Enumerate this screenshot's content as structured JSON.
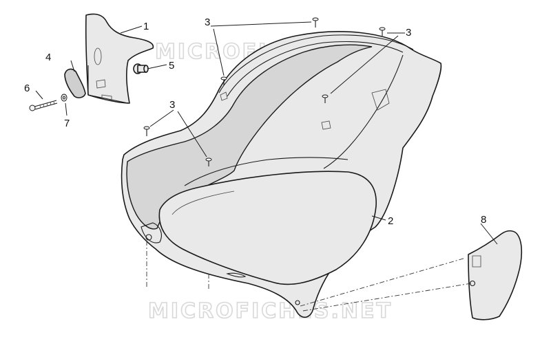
{
  "watermark": {
    "top_text": "MICROFICHES.NET",
    "bottom_text": "MICROFICHES.NET"
  },
  "callouts": {
    "c1": "1",
    "c2": "2",
    "c3a": "3",
    "c3b": "3",
    "c3c": "3",
    "c4": "4",
    "c5": "5",
    "c6": "6",
    "c7": "7",
    "c8": "8"
  },
  "colors": {
    "part_fill": "#e9e9e9",
    "inner_fill": "#d6d6d6",
    "outline": "#1a1a1a",
    "watermark": "#d8d8d8"
  }
}
